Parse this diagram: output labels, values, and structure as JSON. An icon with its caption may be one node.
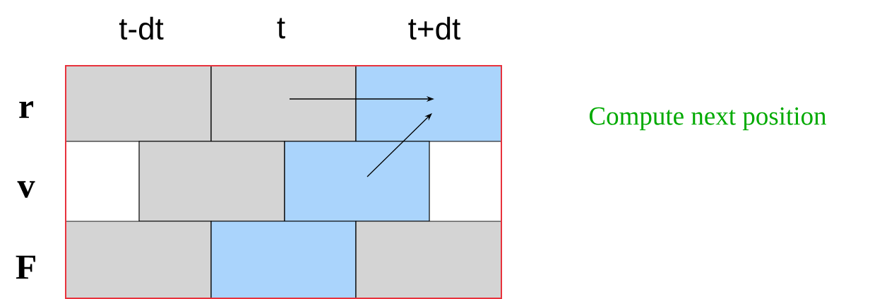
{
  "diagram": {
    "nodes": [
      {
        "text": [],
        "shape": "box"
      },
      {
        "text": [],
        "shape": "box"
      },
      {
        "text": [],
        "shape": "box"
      },
      {
        "text": [],
        "shape": "box"
      },
      {
        "text": [],
        "shape": "box"
      },
      {
        "text": [],
        "shape": "box"
      },
      {
        "text": [],
        "shape": "box"
      },
      {
        "text": [],
        "shape": "box"
      }
    ],
    "edges": [
      {
        "from": 1,
        "to": 2,
        "arrow": "to"
      },
      {
        "from": 4,
        "to": 2,
        "arrow": "to"
      }
    ],
    "labels": [
      "t-dt",
      "t",
      "t+dt",
      "r",
      "v",
      "F",
      "Compute next position"
    ]
  }
}
